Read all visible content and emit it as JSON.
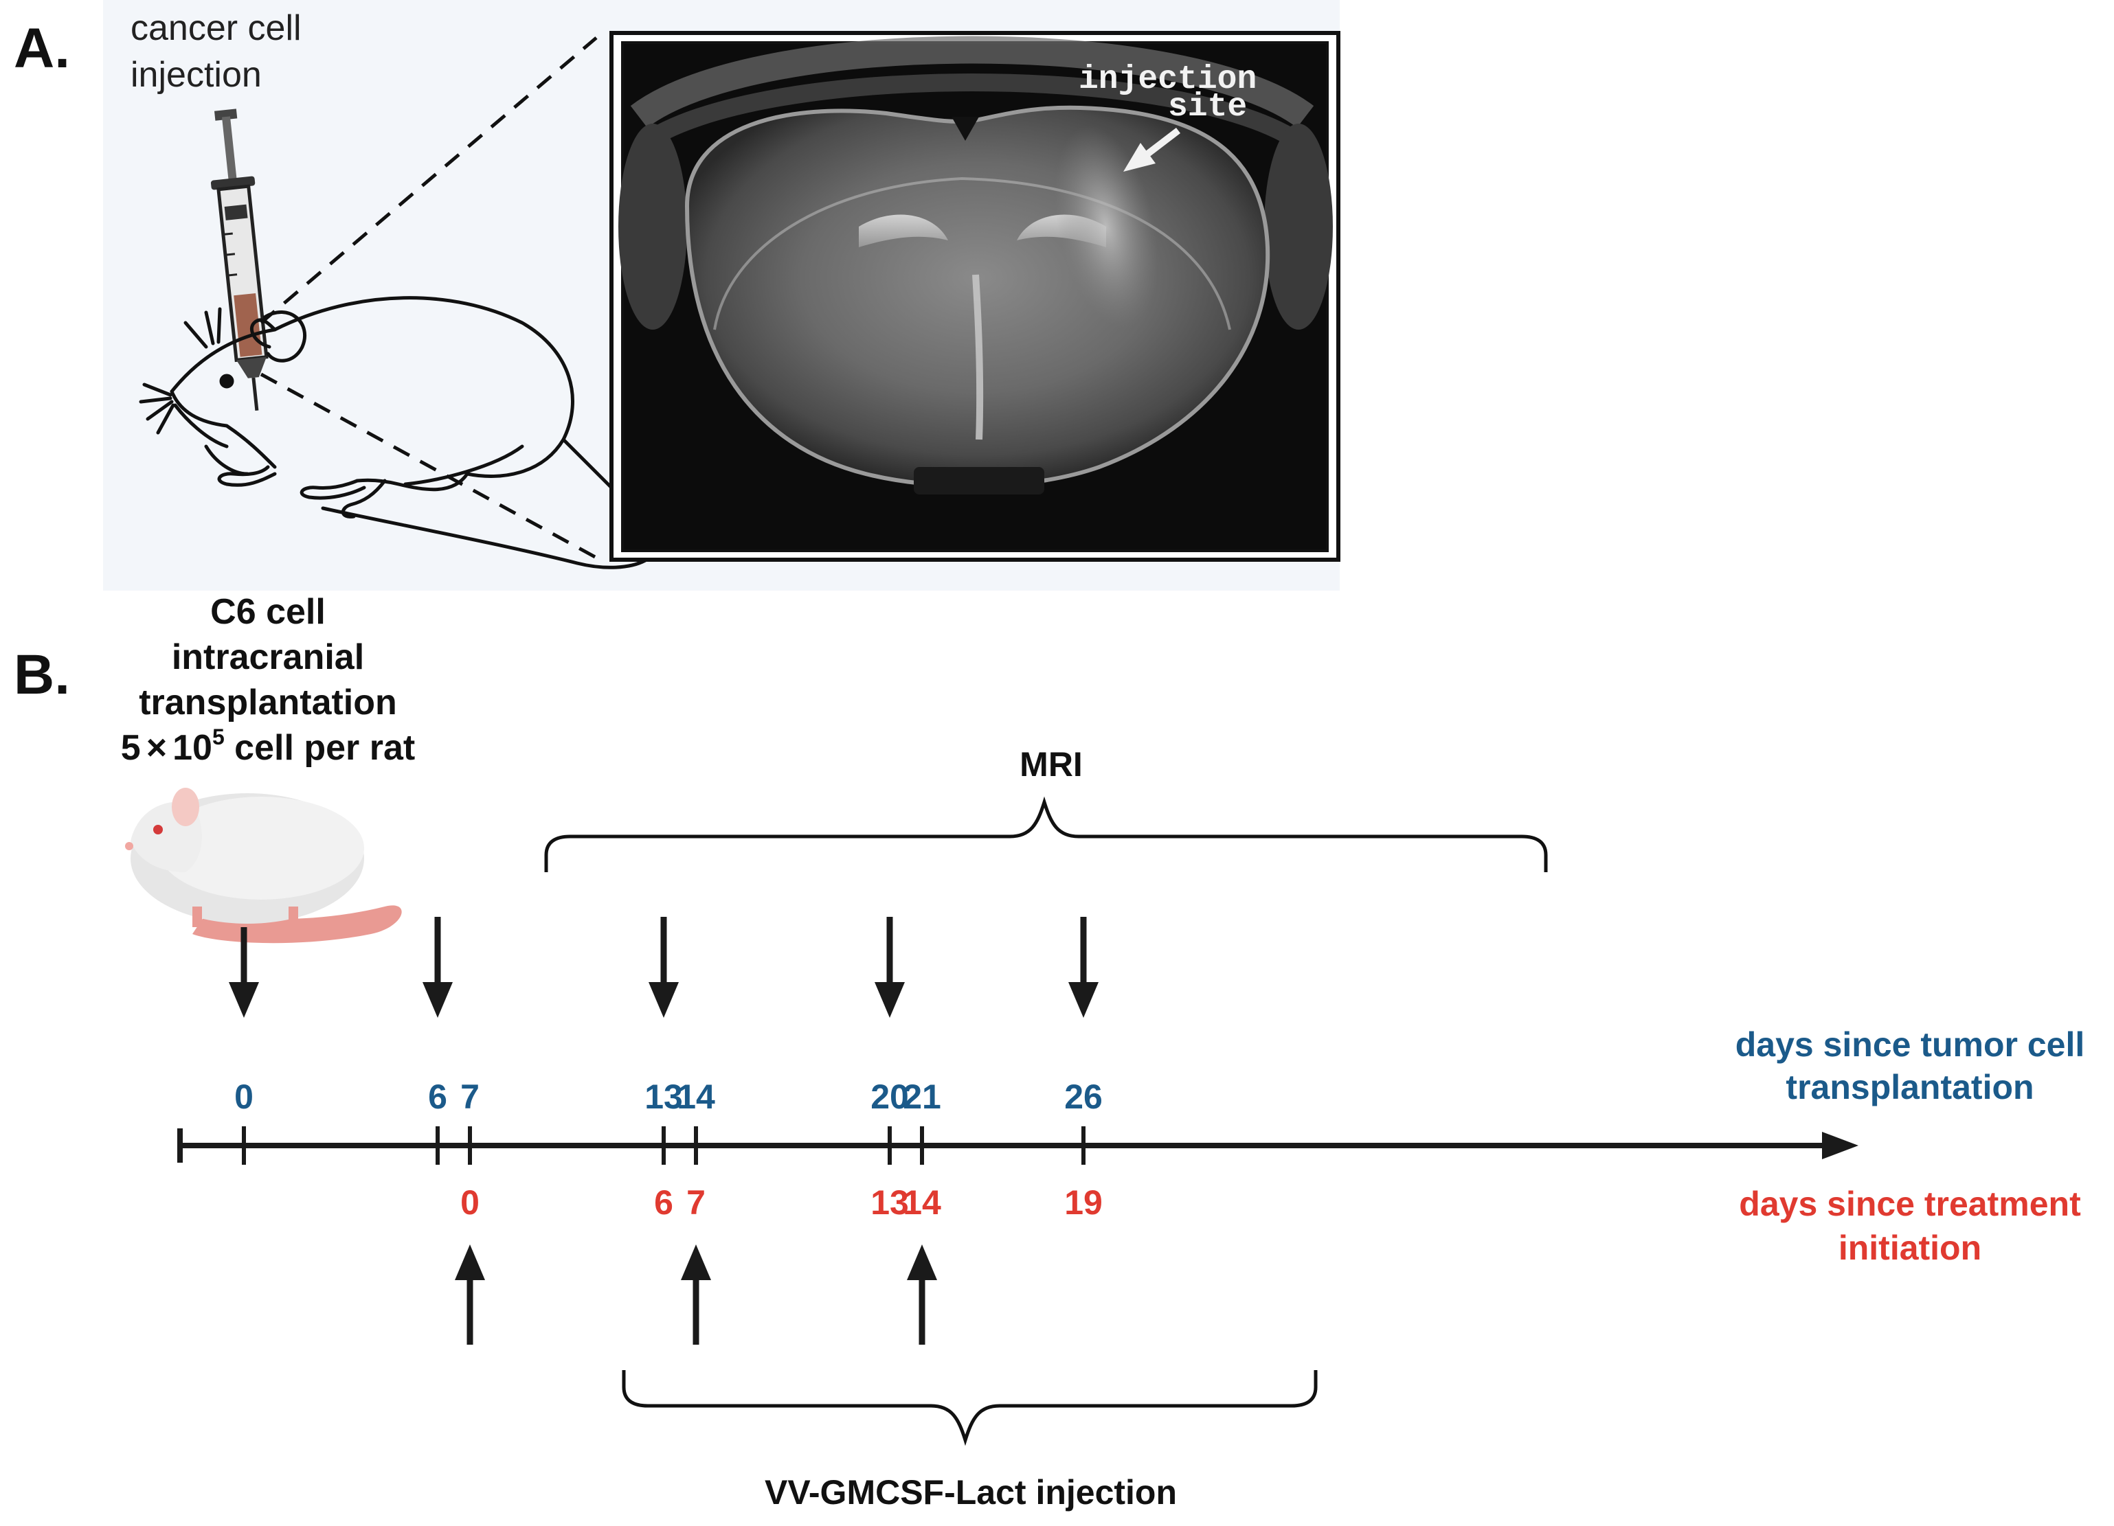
{
  "panel_a": {
    "label": "A.",
    "syringe_caption": [
      "cancer cell",
      "injection"
    ],
    "mri_annotation": [
      "injection",
      "site"
    ],
    "procedure_caption": [
      "C6 cell",
      "intracranial",
      "transplantation"
    ],
    "dose": {
      "base": "5",
      "times": "×",
      "ten": "10",
      "exponent": "5",
      "suffix": " cell per rat"
    }
  },
  "panel_b": {
    "label": "B.",
    "mri_label": "MRI",
    "injection_label": "VV-GMCSF-Lact injection",
    "top_axis_title": [
      "days since tumor cell",
      "transplantation"
    ],
    "bottom_axis_title": [
      "days since treatment",
      "initiation"
    ],
    "days_since_transplant": [
      "0",
      "6",
      "7",
      "13",
      "14",
      "20",
      "21",
      "26"
    ],
    "days_since_treatment": [
      "0",
      "6",
      "7",
      "13",
      "14",
      "19"
    ],
    "mri_days": [
      "6",
      "13",
      "20",
      "26"
    ],
    "injection_days": [
      "7",
      "14",
      "21"
    ]
  },
  "colors": {
    "transplant_days": "#1b5a8a",
    "treatment_days": "#e03a30",
    "axis": "#1a1a1a",
    "panel_background": "#f3f6fa"
  }
}
